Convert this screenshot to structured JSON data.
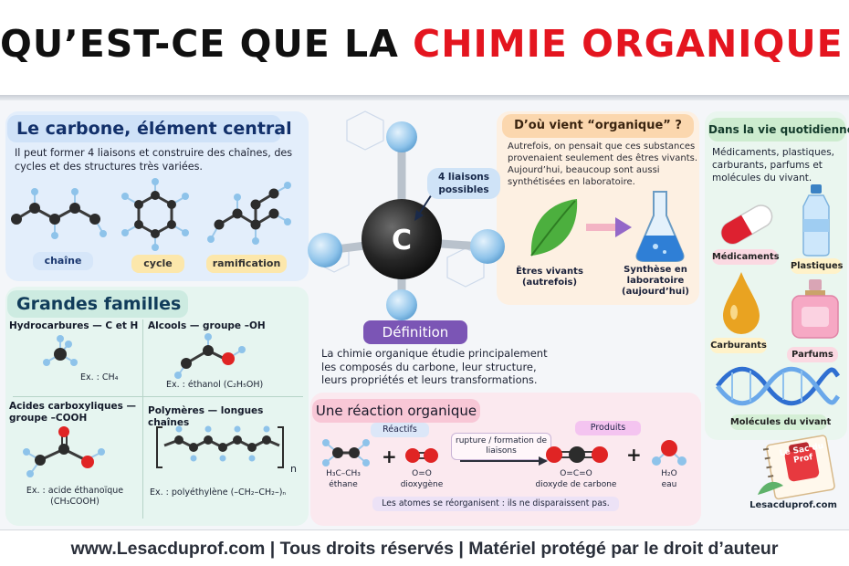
{
  "title": {
    "part1": "QU’EST-CE QUE LA ",
    "highlight": "CHIMIE ORGANIQUE",
    "part2": " ?"
  },
  "carbone": {
    "heading": "Le carbone, élément central",
    "description": "Il peut former 4 liaisons et construire des chaînes, des cycles et des structures très variées.",
    "chips": [
      "chaîne",
      "cycle",
      "ramification"
    ]
  },
  "center": {
    "atom_label": "C",
    "bubble": "4 liaisons possibles"
  },
  "familles": {
    "heading": "Grandes familles",
    "items": [
      {
        "title": "Hydrocarbures — C et H",
        "example": "Ex. : CH₄"
      },
      {
        "title": "Alcools — groupe –OH",
        "example": "Ex. : éthanol (C₂H₅OH)"
      },
      {
        "title": "Acides carboxyliques — groupe –COOH",
        "example": "Ex. : acide éthanoïque (CH₃COOH)"
      },
      {
        "title": "Polymères — longues chaînes",
        "example": "Ex. : polyéthylène (–CH₂–CH₂–)ₙ"
      }
    ],
    "polymer_n": "n"
  },
  "origine": {
    "heading": "D’où vient “organique” ?",
    "description": "Autrefois, on pensait que ces substances provenaient seulement des êtres vivants. Aujourd’hui, beaucoup sont aussi synthétisées en laboratoire.",
    "left_caption": "Êtres vivants (autrefois)",
    "right_caption": "Synthèse en laboratoire (aujourd’hui)"
  },
  "vie": {
    "heading": "Dans la vie quotidienne",
    "description": "Médicaments, plastiques, carburants, parfums et molécules du vivant.",
    "labels": [
      "Médicaments",
      "Plastiques",
      "Carburants",
      "Parfums",
      "Molécules du vivant"
    ]
  },
  "definition": {
    "heading": "Définition",
    "text": "La chimie organique étudie principalement les composés du carbone, leur structure, leurs propriétés et leurs transformations."
  },
  "reaction": {
    "heading": "Une réaction organique",
    "reactifs_label": "Réactifs",
    "produits_label": "Produits",
    "arrow_label": "rupture / formation de liaisons",
    "species": [
      {
        "formula": "H₃C–CH₃",
        "name": "éthane"
      },
      {
        "formula": "O=O",
        "name": "dioxygène"
      },
      {
        "formula": "O=C=O",
        "name": "dioxyde de carbone"
      },
      {
        "formula": "H₂O",
        "name": "eau"
      }
    ],
    "plus": "+",
    "note": "Les atomes se réorganisent : ils ne disparaissent pas."
  },
  "notebook": {
    "brand": "Le Sac du Prof",
    "site": "Lesacduprof.com"
  },
  "footer": "www.Lesacduprof.com | Tous droits réservés |  Matériel protégé par le droit d’auteur",
  "colors": {
    "title_accent": "#e4151f",
    "definition": "#7b55b5",
    "carbon": "#2a2a2a",
    "hydrogen": "#8ec3ea",
    "oxygen": "#e02424"
  }
}
